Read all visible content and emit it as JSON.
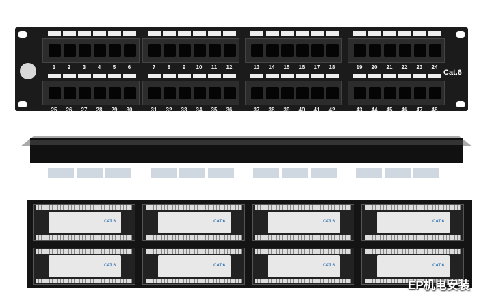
{
  "front_panel": {
    "ports_top": [
      "1",
      "2",
      "3",
      "4",
      "5",
      "6",
      "7",
      "8",
      "9",
      "10",
      "11",
      "12",
      "13",
      "14",
      "15",
      "16",
      "17",
      "18",
      "19",
      "20",
      "21",
      "22",
      "23",
      "24"
    ],
    "ports_bottom": [
      "25",
      "26",
      "27",
      "28",
      "29",
      "30",
      "31",
      "32",
      "33",
      "34",
      "35",
      "36",
      "37",
      "38",
      "39",
      "40",
      "41",
      "42",
      "43",
      "44",
      "45",
      "46",
      "47",
      "48"
    ],
    "category_label": "Cat.6"
  },
  "back_panel": {
    "module_labels": [
      "CAT 6",
      "CAT 6",
      "CAT 6",
      "CAT 6",
      "CAT 6",
      "CAT 6",
      "CAT 6",
      "CAT 6"
    ]
  },
  "watermark": "EP机电安装"
}
